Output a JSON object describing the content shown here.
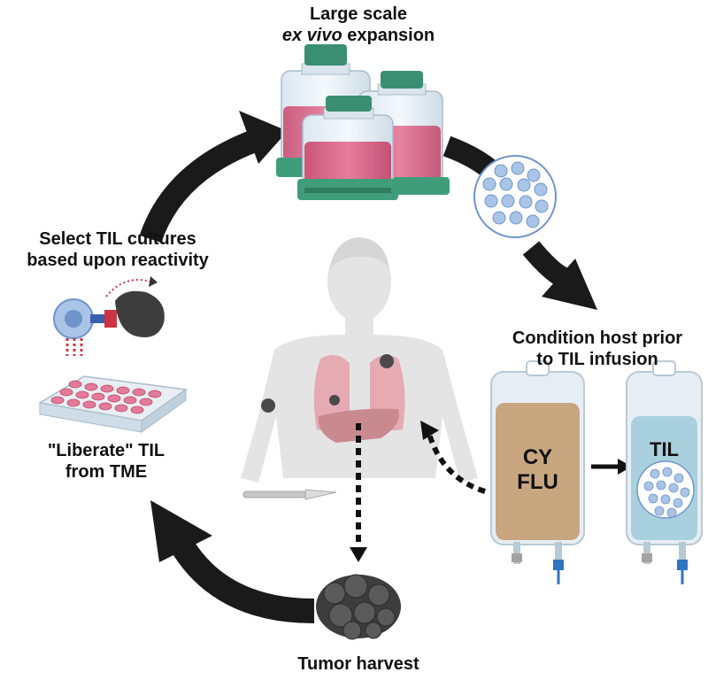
{
  "labels": {
    "expansion_line1": "Large scale",
    "expansion_italic": "ex vivo",
    "expansion_rest": " expansion",
    "select_line1": "Select TIL cultures",
    "select_line2": "based upon reactivity",
    "liberate_line1": "\"Liberate\" TIL",
    "liberate_line2": "from TME",
    "condition_line1": "Condition host prior",
    "condition_line2": "to TIL infusion",
    "tumor_harvest": "Tumor harvest",
    "bag1_line1": "CY",
    "bag1_line2": "FLU",
    "bag2_label": "TIL"
  },
  "colors": {
    "arrow": "#1a1a1a",
    "flask_cap": "#3a8f72",
    "flask_base": "#3f9d7a",
    "media": "#d9577f",
    "cell_fill": "#a9c4e6",
    "cell_core": "#6f94cc",
    "chemo_bag_fill": "#c7a680",
    "til_bag_fill": "#a9d0dd",
    "bag_outline": "#b8c9d6",
    "tumor": "#4a4a4a",
    "body": "#e4e4e4",
    "lung": "#e6aab3",
    "liver": "#c98a8f"
  }
}
